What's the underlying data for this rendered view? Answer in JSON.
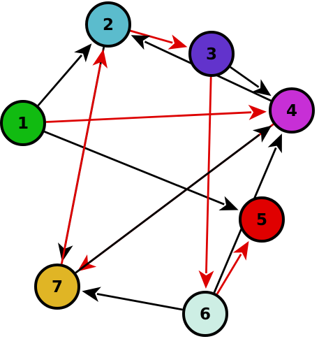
{
  "graph": {
    "nodes": [
      {
        "id": "1",
        "label": "1",
        "color": "#11bb11"
      },
      {
        "id": "2",
        "label": "2",
        "color": "#5bbccd"
      },
      {
        "id": "3",
        "label": "3",
        "color": "#6233cc"
      },
      {
        "id": "4",
        "label": "4",
        "color": "#c72fd6"
      },
      {
        "id": "5",
        "label": "5",
        "color": "#e00000"
      },
      {
        "id": "6",
        "label": "6",
        "color": "#cdeee4"
      },
      {
        "id": "7",
        "label": "7",
        "color": "#e0b525"
      }
    ],
    "edges": [
      {
        "from": "1",
        "to": "2",
        "color": "black"
      },
      {
        "from": "1",
        "to": "4",
        "color": "red"
      },
      {
        "from": "1",
        "to": "5",
        "color": "black"
      },
      {
        "from": "2",
        "to": "3",
        "color": "red"
      },
      {
        "from": "2",
        "to": "7",
        "color": "black"
      },
      {
        "from": "3",
        "to": "4",
        "color": "black"
      },
      {
        "from": "3",
        "to": "6",
        "color": "red"
      },
      {
        "from": "4",
        "to": "2",
        "color": "black"
      },
      {
        "from": "4",
        "to": "7",
        "color": "red"
      },
      {
        "from": "6",
        "to": "4",
        "color": "black"
      },
      {
        "from": "6",
        "to": "5",
        "color": "red"
      },
      {
        "from": "6",
        "to": "7",
        "color": "black"
      },
      {
        "from": "7",
        "to": "2",
        "color": "red"
      },
      {
        "from": "7",
        "to": "4",
        "color": "black"
      }
    ],
    "edge_colors": {
      "black": "#000000",
      "red": "#dd0000"
    }
  }
}
